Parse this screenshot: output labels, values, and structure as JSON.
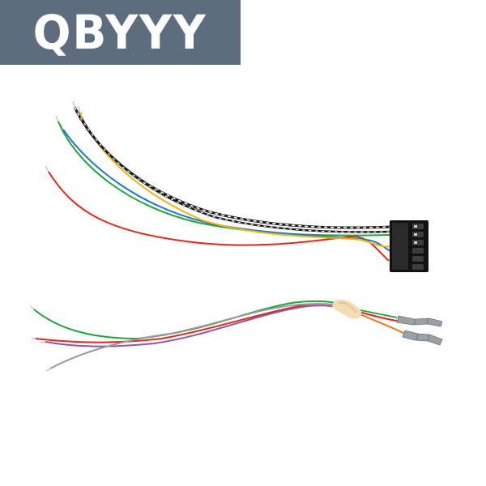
{
  "brand": {
    "text": "QBYYY"
  },
  "colors": {
    "banner": "#5d6c7f",
    "background": "#ffffff",
    "wire_red": "#e4261b",
    "wire_green": "#1fa53a",
    "wire_blue": "#2676c9",
    "wire_yellow": "#f0b412",
    "wire_orange": "#f07818",
    "wire_purple": "#8a5aa6",
    "wire_gray": "#9a9a9a",
    "wire_black": "#1a1a1a",
    "connector": "#111111",
    "heat_shrink": "#f3dcb4",
    "terminal_metal": "#9aa0a6"
  },
  "product": {
    "harness_top": {
      "connector": "black-6-pin-housing",
      "wires": [
        "red",
        "green",
        "blue",
        "yellow",
        "black-white-twisted"
      ]
    },
    "harness_bottom": {
      "sleeve": "heat-shrink",
      "terminals": 2,
      "wires": [
        "green",
        "red",
        "purple",
        "gray",
        "orange"
      ]
    }
  }
}
